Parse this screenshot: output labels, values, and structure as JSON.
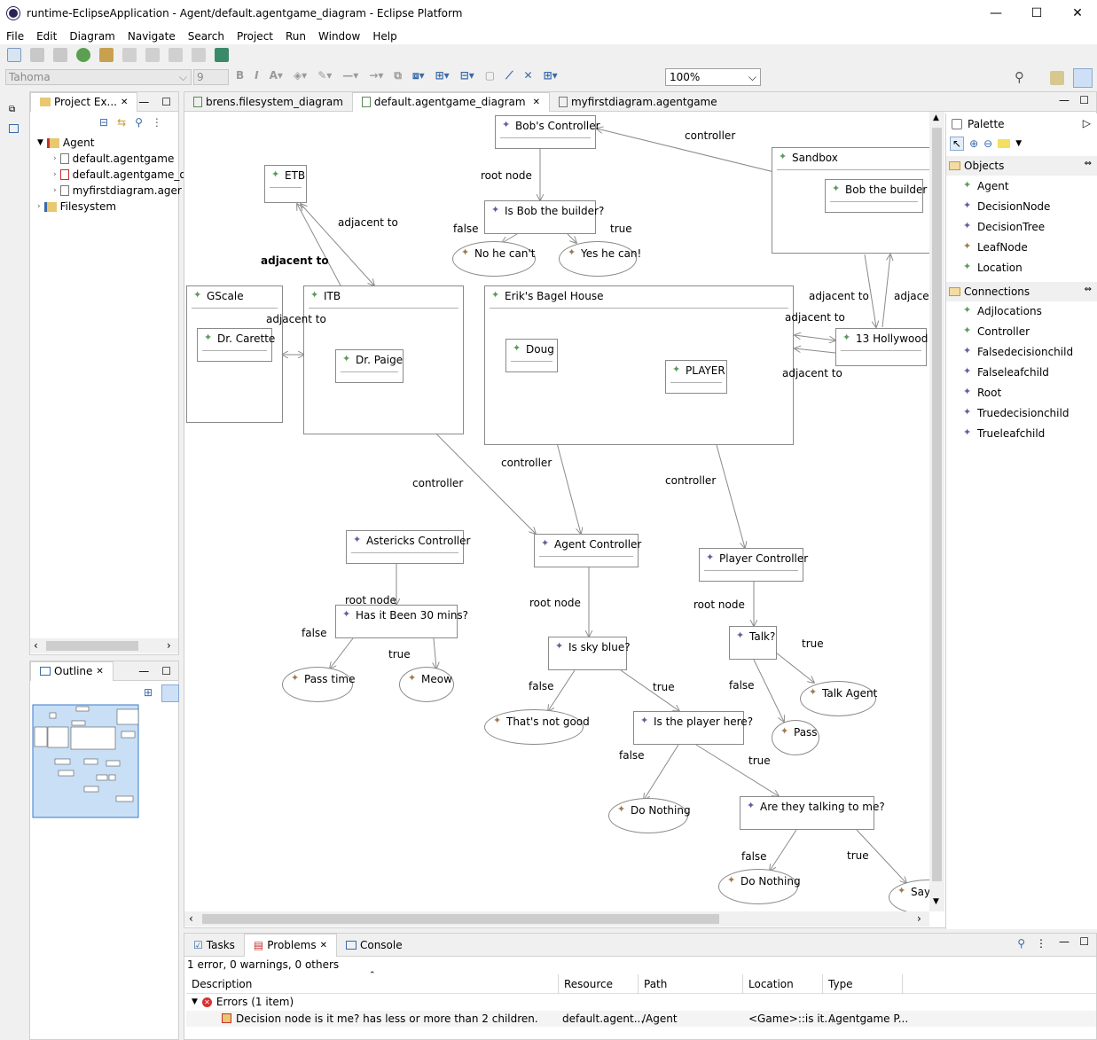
{
  "window": {
    "title": "runtime-EclipseApplication - Agent/default.agentgame_diagram - Eclipse Platform",
    "minimize": "—",
    "maximize": "☐",
    "close": "✕"
  },
  "menu": [
    "File",
    "Edit",
    "Diagram",
    "Navigate",
    "Search",
    "Project",
    "Run",
    "Window",
    "Help"
  ],
  "toolbar": {
    "font": "Tahoma",
    "size": "9",
    "zoom": "100%"
  },
  "project_explorer": {
    "title": "Project Ex...",
    "items": [
      {
        "label": "Agent",
        "indent": 0,
        "expanded": true
      },
      {
        "label": "default.agentgame",
        "indent": 1
      },
      {
        "label": "default.agentgame_d",
        "indent": 1
      },
      {
        "label": "myfirstdiagram.ager",
        "indent": 1
      },
      {
        "label": "Filesystem",
        "indent": 0
      }
    ]
  },
  "outline": {
    "title": "Outline"
  },
  "editor_tabs": [
    {
      "label": "brens.filesystem_diagram"
    },
    {
      "label": "default.agentgame_diagram",
      "active": true
    },
    {
      "label": "myfirstdiagram.agentgame"
    }
  ],
  "diagram": {
    "nodes": {
      "bobs_controller": "Bob's Controller",
      "sandbox": "Sandbox",
      "bob_builder": "Bob the builder",
      "etb": "ETB",
      "is_bob": "Is Bob the builder?",
      "no_he_cant": "No he can't",
      "yes_he_can": "Yes he can!",
      "gscale": "GScale",
      "dr_carette": "Dr. Carette",
      "itb": "ITB",
      "dr_paige": "Dr. Paige",
      "eriks": "Erik's Bagel House",
      "doug": "Doug",
      "player": "PLAYER",
      "hollywood": "13 Hollywood",
      "astericks": "Astericks Controller",
      "agent_controller": "Agent Controller",
      "player_controller": "Player Controller",
      "has_it_been": "Has it Been 30 mins?",
      "pass_time": "Pass time",
      "meow": "Meow",
      "is_sky_blue": "Is sky blue?",
      "thats_not_good": "That's not good",
      "is_player_here": "Is the player here?",
      "do_nothing_1": "Do Nothing",
      "are_they_talking": "Are they talking to me?",
      "do_nothing_2": "Do Nothing",
      "say": "Say",
      "talk": "Talk?",
      "talk_agent": "Talk Agent",
      "pass": "Pass"
    },
    "edges": {
      "controller": "controller",
      "root_node": "root node",
      "false": "false",
      "true": "true",
      "adjacent_to": "adjacent to",
      "adjacen": "adjacen"
    }
  },
  "palette": {
    "title": "Palette",
    "objects_header": "Objects",
    "objects": [
      "Agent",
      "DecisionNode",
      "DecisionTree",
      "LeafNode",
      "Location"
    ],
    "connections_header": "Connections",
    "connections": [
      "Adjlocations",
      "Controller",
      "Falsedecisionchild",
      "Falseleafchild",
      "Root",
      "Truedecisionchild",
      "Trueleafchild"
    ]
  },
  "bottom": {
    "tabs": [
      "Tasks",
      "Problems",
      "Console"
    ],
    "summary": "1 error, 0 warnings, 0 others",
    "columns": [
      "Description",
      "Resource",
      "Path",
      "Location",
      "Type"
    ],
    "group": "Errors (1 item)",
    "error": {
      "description": "Decision node is it me? has less or more than 2 children.",
      "resource": "default.agent...",
      "path": "/Agent",
      "location": "<Game>::is it...",
      "type": "Agentgame P..."
    }
  }
}
